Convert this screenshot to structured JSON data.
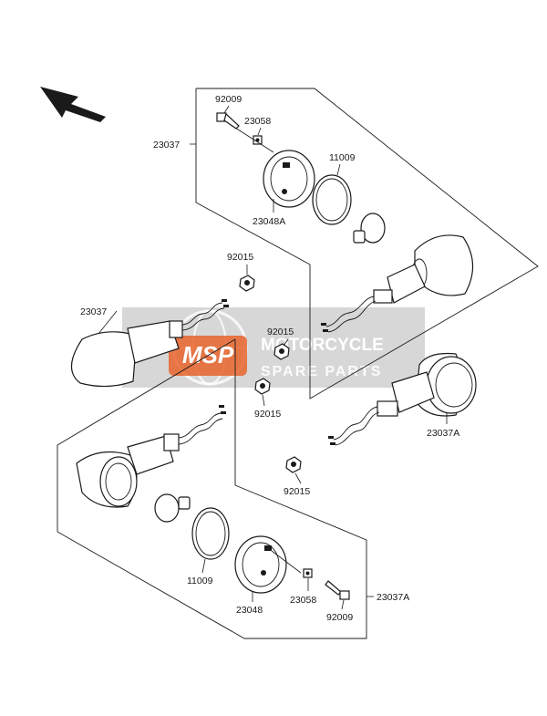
{
  "diagram": {
    "labels": {
      "top_screw": "92009",
      "top_nut": "23058",
      "top_assembly": "23037",
      "top_lens": "11009",
      "top_housing": "23048A",
      "nut_upper_left": "92015",
      "left_signal": "23037",
      "nut_center": "92015",
      "nut_center_lower": "92015",
      "right_signal": "23037A",
      "nut_right_lower": "92015",
      "bottom_lens": "11009",
      "bottom_housing": "23048",
      "bottom_nut": "23058",
      "bottom_assembly": "23037A",
      "bottom_screw": "92009"
    }
  },
  "watermark": {
    "logo": "MSP",
    "line1": "MOTORCYCLE",
    "line2": "SPARE PARTS",
    "accent_color": "#e8642c",
    "band_color": "#c9c9c9"
  },
  "icons": {
    "orientation": "front-arrow-icon"
  }
}
